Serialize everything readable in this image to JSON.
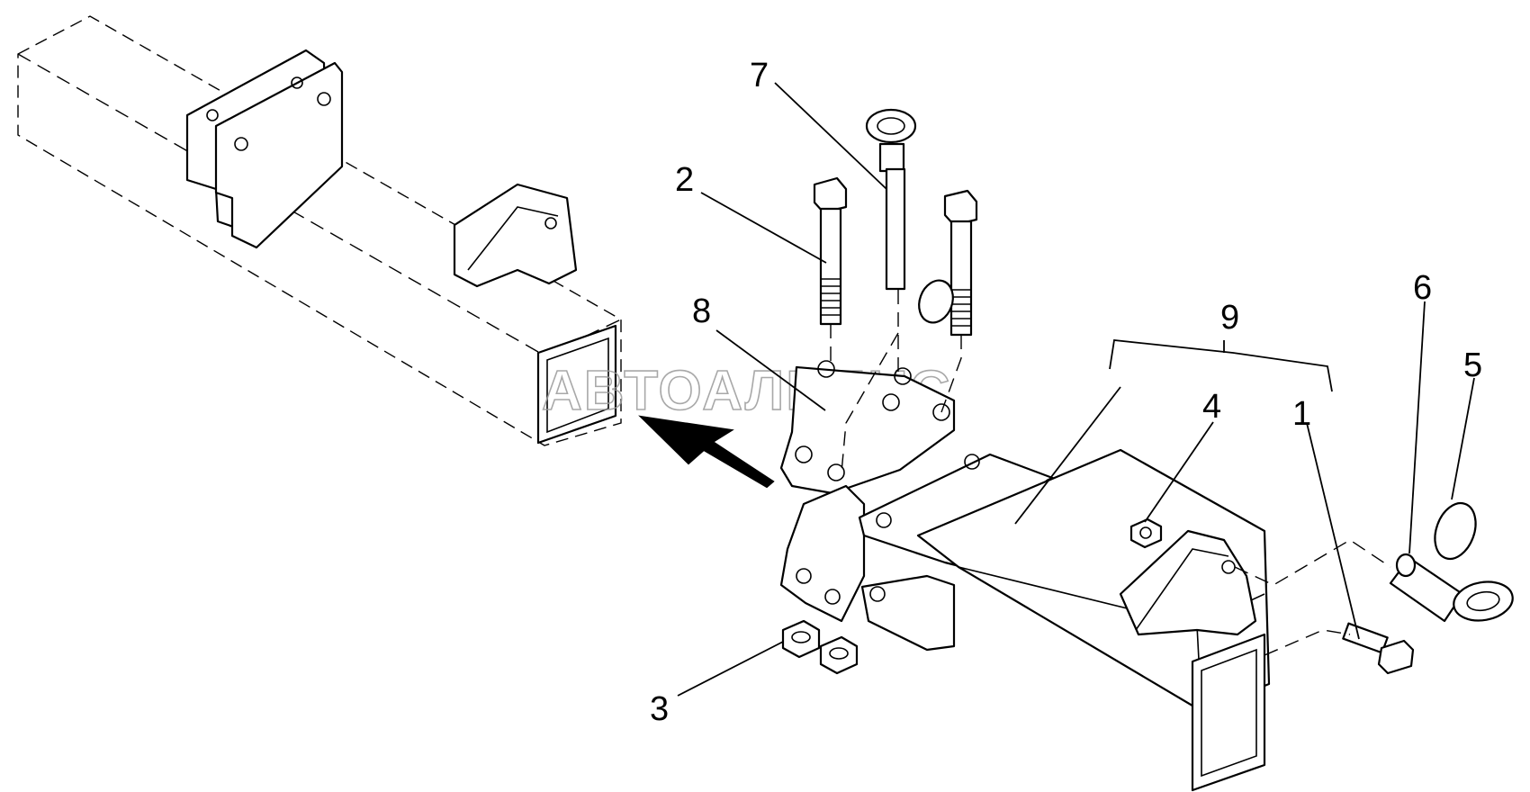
{
  "watermark": "АВТОАЛЬЯНС",
  "callouts": [
    {
      "id": "1",
      "label": "1"
    },
    {
      "id": "2",
      "label": "2"
    },
    {
      "id": "3",
      "label": "3"
    },
    {
      "id": "4",
      "label": "4"
    },
    {
      "id": "5",
      "label": "5"
    },
    {
      "id": "6",
      "label": "6"
    },
    {
      "id": "7",
      "label": "7"
    },
    {
      "id": "8",
      "label": "8"
    },
    {
      "id": "9",
      "label": "9"
    }
  ]
}
